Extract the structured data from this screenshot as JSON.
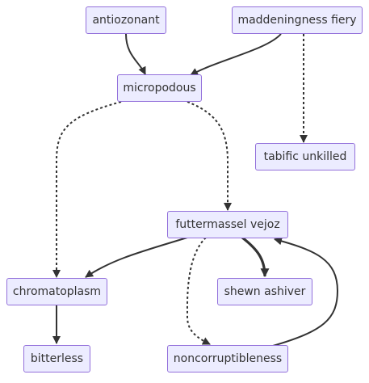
{
  "diagram": {
    "nodes": {
      "antiozonant": "antiozonant",
      "maddeningness_fiery": "maddeningness fiery",
      "micropodous": "micropodous",
      "tabific_unkilled": "tabific unkilled",
      "futtermassel_vejoz": "futtermassel vejoz",
      "chromatoplasm": "chromatoplasm",
      "shewn_ashiver": "shewn ashiver",
      "bitterless": "bitterless",
      "noncorruptibleness": "noncorruptibleness"
    },
    "edges": [
      {
        "from": "antiozonant",
        "to": "micropodous",
        "style": "solid"
      },
      {
        "from": "maddeningness_fiery",
        "to": "micropodous",
        "style": "solid"
      },
      {
        "from": "maddeningness_fiery",
        "to": "tabific_unkilled",
        "style": "dotted"
      },
      {
        "from": "micropodous",
        "to": "chromatoplasm",
        "style": "dotted"
      },
      {
        "from": "micropodous",
        "to": "futtermassel_vejoz",
        "style": "dotted"
      },
      {
        "from": "futtermassel_vejoz",
        "to": "chromatoplasm",
        "style": "solid"
      },
      {
        "from": "futtermassel_vejoz",
        "to": "shewn_ashiver",
        "style": "thick"
      },
      {
        "from": "futtermassel_vejoz",
        "to": "noncorruptibleness",
        "style": "dotted"
      },
      {
        "from": "noncorruptibleness",
        "to": "futtermassel_vejoz",
        "style": "solid"
      },
      {
        "from": "chromatoplasm",
        "to": "bitterless",
        "style": "solid"
      }
    ],
    "colors": {
      "node_fill": "#ececff",
      "node_border": "#9370db",
      "edge": "#333333",
      "text": "#333333"
    }
  }
}
